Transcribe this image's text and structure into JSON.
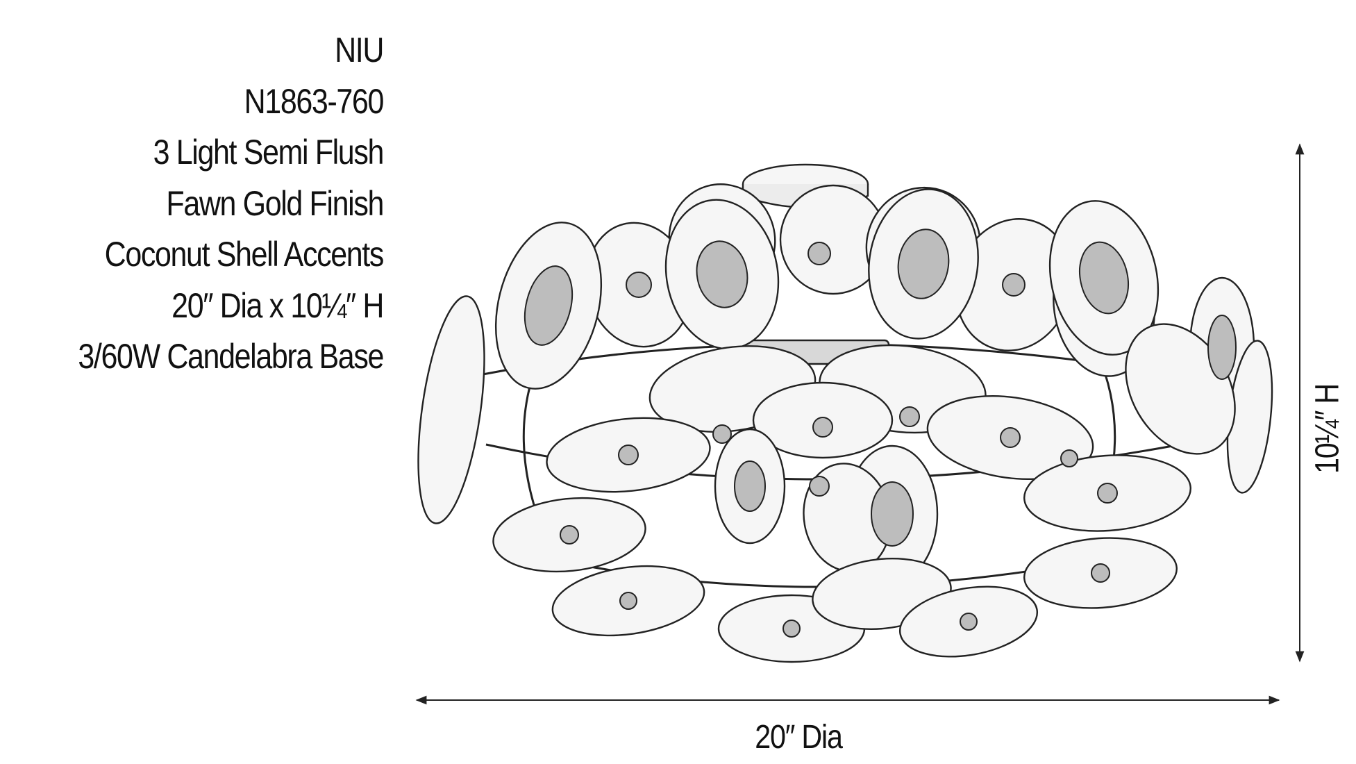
{
  "specs": {
    "brand": "NIU",
    "model": "N1863-760",
    "type": "3 Light Semi Flush",
    "finish": "Fawn Gold Finish",
    "accents": "Coconut Shell Accents",
    "size": "20″ Dia x 10¼″ H",
    "bulbs": "3/60W Candelabra Base"
  },
  "dimensions": {
    "width_label": "20″ Dia",
    "height_label": "10¼″ H"
  },
  "colors": {
    "line": "#222222",
    "shell_fill": "#f6f6f6",
    "background": "#ffffff"
  }
}
